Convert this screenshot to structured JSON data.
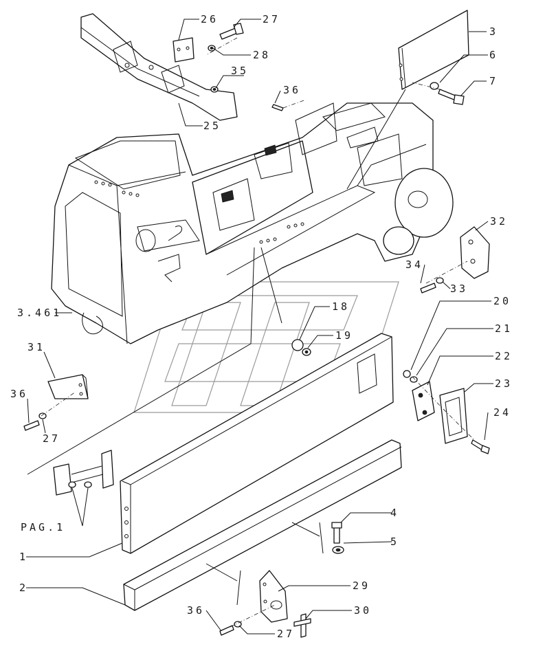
{
  "diagram": {
    "callouts": [
      {
        "id": "c1",
        "text": "1"
      },
      {
        "id": "c2",
        "text": "2"
      },
      {
        "id": "c3",
        "text": "3"
      },
      {
        "id": "c4",
        "text": "4"
      },
      {
        "id": "c5",
        "text": "5"
      },
      {
        "id": "c6",
        "text": "6"
      },
      {
        "id": "c7",
        "text": "7"
      },
      {
        "id": "c18",
        "text": "18"
      },
      {
        "id": "c19",
        "text": "19"
      },
      {
        "id": "c20",
        "text": "20"
      },
      {
        "id": "c21",
        "text": "21"
      },
      {
        "id": "c22",
        "text": "22"
      },
      {
        "id": "c23",
        "text": "23"
      },
      {
        "id": "c24",
        "text": "24"
      },
      {
        "id": "c25",
        "text": "25"
      },
      {
        "id": "c26",
        "text": "26"
      },
      {
        "id": "c27a",
        "text": "27"
      },
      {
        "id": "c27b",
        "text": "27"
      },
      {
        "id": "c27c",
        "text": "27"
      },
      {
        "id": "c28",
        "text": "28"
      },
      {
        "id": "c29",
        "text": "29"
      },
      {
        "id": "c30",
        "text": "30"
      },
      {
        "id": "c31",
        "text": "31"
      },
      {
        "id": "c32",
        "text": "32"
      },
      {
        "id": "c33",
        "text": "33"
      },
      {
        "id": "c34",
        "text": "34"
      },
      {
        "id": "c35",
        "text": "35"
      },
      {
        "id": "c36a",
        "text": "36"
      },
      {
        "id": "c36b",
        "text": "36"
      },
      {
        "id": "c36c",
        "text": "36"
      },
      {
        "id": "c3461",
        "text": "3.461"
      },
      {
        "id": "cpag",
        "text": "PAG.1"
      }
    ]
  }
}
